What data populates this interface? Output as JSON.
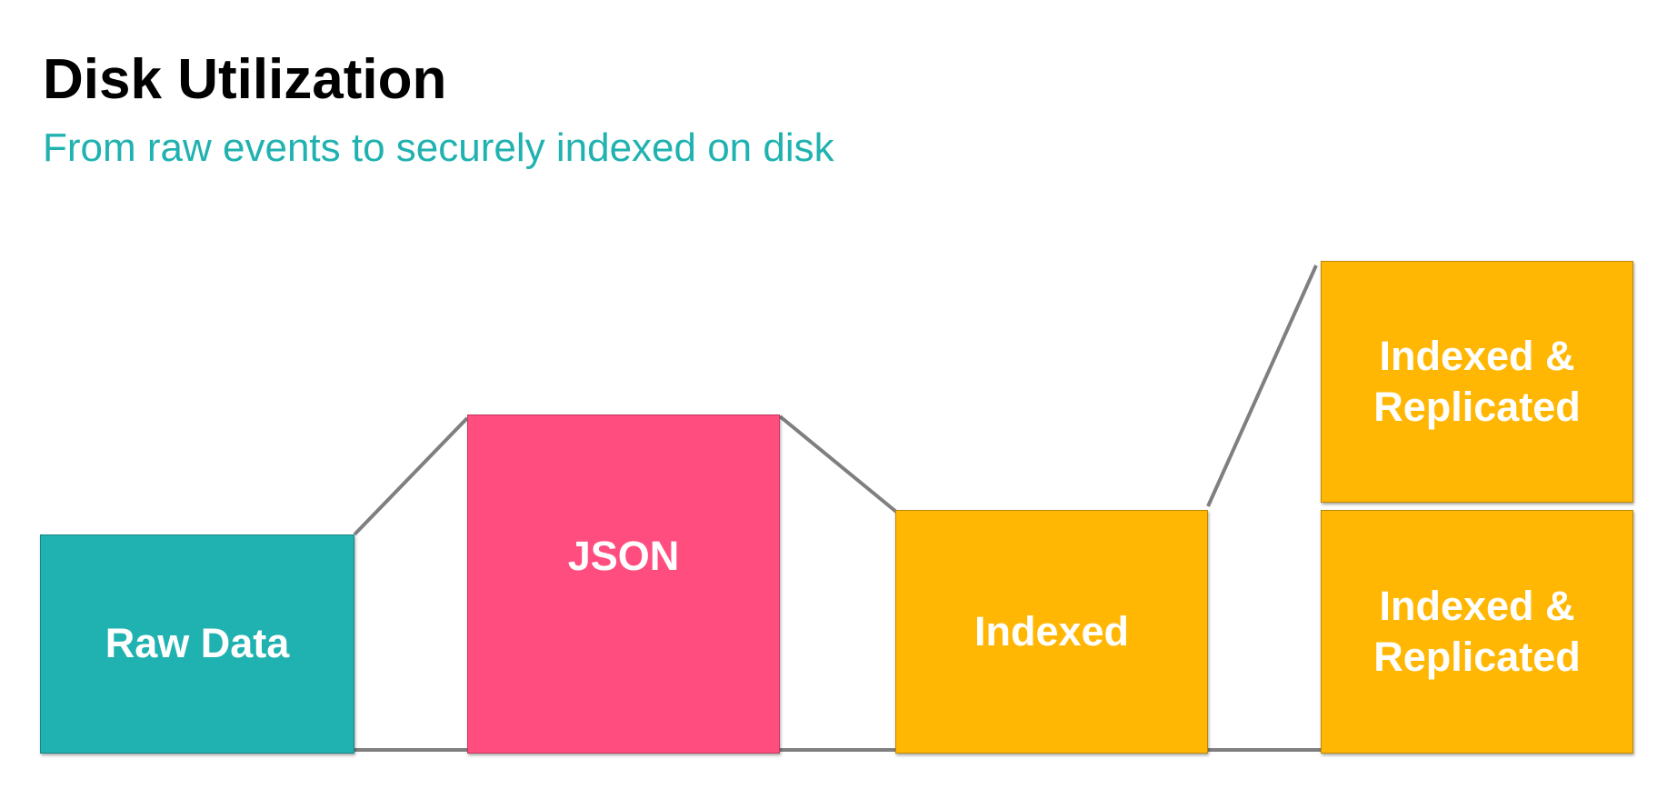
{
  "header": {
    "title": "Disk Utilization",
    "subtitle": "From raw events to securely indexed on disk"
  },
  "stages": [
    {
      "label": "Raw Data",
      "color": "#20b2b0"
    },
    {
      "label": "JSON",
      "color": "#ff4d80"
    },
    {
      "label": "Indexed",
      "color": "#ffb703"
    },
    {
      "label_line1": "Indexed &",
      "label_line2": "Replicated",
      "color": "#ffb703"
    },
    {
      "label_line1": "Indexed &",
      "label_line2": "Replicated",
      "color": "#ffb703"
    }
  ],
  "colors": {
    "accent": "#20b2b0",
    "connector": "#7f7f7f"
  }
}
